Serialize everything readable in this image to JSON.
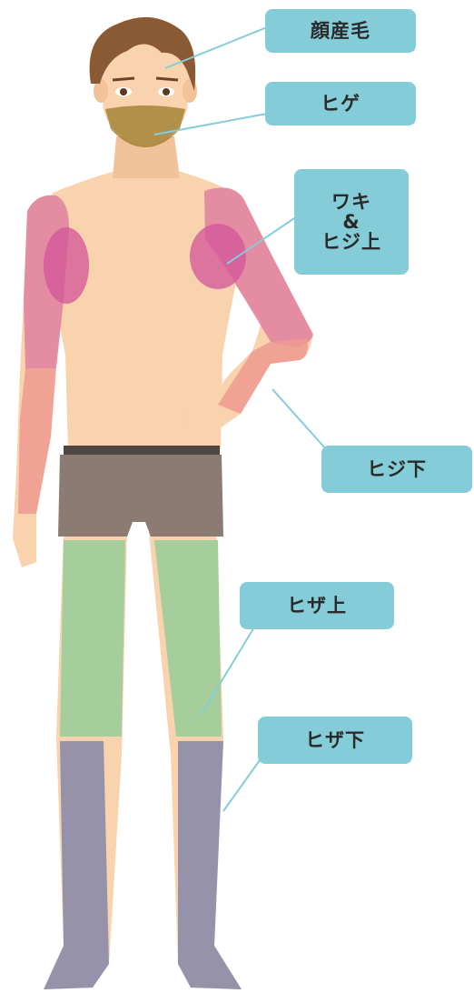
{
  "labels": {
    "face_hair": "顔産毛",
    "beard": "ヒゲ",
    "armpit_line1": "ワキ",
    "armpit_line2": "&",
    "armpit_line3": "ヒジ上",
    "forearm": "ヒジ下",
    "thigh": "ヒザ上",
    "shin": "ヒザ下"
  },
  "colors": {
    "label_bg": "#84cdd8",
    "leader_line": "#84cdd8",
    "skin": "#f8d3ad",
    "hair": "#8a5a34",
    "shorts": "#8b7b72",
    "upper_arm_zone": "#e17fa0",
    "armpit_zone": "#d3549a",
    "forearm_zone": "#ee9a8f",
    "beard_zone": "#9a7a2a",
    "thigh_zone": "#a5ce9c",
    "shin_zone": "#9592aa"
  }
}
